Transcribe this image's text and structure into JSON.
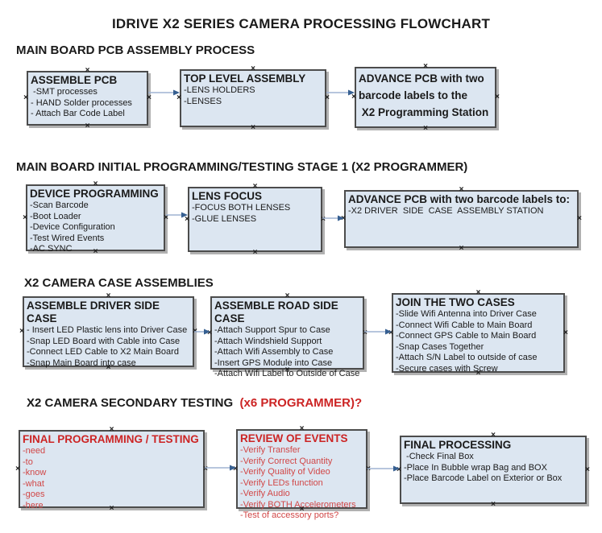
{
  "title": "IDRIVE X2  SERIES CAMERA PROCESSING FLOWCHART",
  "glyphs": {
    "connection_point": "×"
  },
  "colors": {
    "box-fill": "#dce6f1",
    "box-border": "#4c4c4c",
    "arrow-line": "#9fb4d2",
    "arrow-head": "#365f91",
    "red-title": "#cc2424",
    "red-item": "#d14747",
    "ink": "#1a1a1a"
  },
  "sections": [
    {
      "heading": "MAIN BOARD PCB ASSEMBLY PROCESS",
      "boxes": [
        {
          "title": "ASSEMBLE PCB",
          "items": [
            " -SMT processes",
            "- HAND Solder processes",
            "- Attach Bar Code Label"
          ]
        },
        {
          "title": "TOP LEVEL ASSEMBLY",
          "items": [
            "-LENS HOLDERS",
            "-LENSES"
          ]
        },
        {
          "title": "ADVANCE PCB with two\nbarcode labels to the\n X2 Programming Station",
          "items": []
        }
      ]
    },
    {
      "heading": "MAIN BOARD INITIAL PROGRAMMING/TESTING STAGE 1 (X2 PROGRAMMER)",
      "boxes": [
        {
          "title": "DEVICE PROGRAMMING",
          "items": [
            "-Scan Barcode",
            "-Boot Loader",
            "-Device Configuration",
            "-Test Wired Events",
            "-AC SYNC"
          ]
        },
        {
          "title": "LENS FOCUS",
          "items": [
            "-FOCUS BOTH LENSES",
            "-GLUE LENSES"
          ]
        },
        {
          "title": "ADVANCE PCB with two barcode labels to:",
          "items": [
            "-X2 DRIVER  SIDE  CASE  ASSEMBLY STATION"
          ]
        }
      ]
    },
    {
      "heading": "X2 CAMERA CASE ASSEMBLIES",
      "boxes": [
        {
          "title": "ASSEMBLE DRIVER SIDE CASE",
          "items": [
            "- Insert LED Plastic lens into Driver Case",
            "-Snap LED Board with Cable into Case",
            "-Connect LED Cable to X2 Main Board",
            "-Snap Main Board into case"
          ]
        },
        {
          "title": "ASSEMBLE ROAD SIDE CASE",
          "items": [
            "-Attach Support Spur to Case",
            "-Attach Windshield Support",
            "-Attach Wifi Assembly to Case",
            "-Insert GPS Module into Case",
            "-Attach Wifi Label to Outside of Case"
          ]
        },
        {
          "title": "JOIN THE TWO CASES",
          "items": [
            "-Slide Wifi Antenna into Driver Case",
            "-Connect Wifi Cable to Main Board",
            "-Connect GPS Cable to Main Board",
            "-Snap Cases Together",
            "-Attach S/N Label to outside of case",
            "-Secure cases with Screw"
          ]
        }
      ]
    },
    {
      "heading": "X2 CAMERA SECONDARY TESTING  ",
      "heading_red": "(x6 PROGRAMMER)?",
      "boxes": [
        {
          "title": "FINAL PROGRAMMING / TESTING",
          "items": [
            "-need",
            "-to",
            "-know",
            "-what",
            "-goes",
            "-here"
          ]
        },
        {
          "title": "REVIEW OF EVENTS",
          "items": [
            "-Verify Transfer",
            "-Verify Correct Quantity",
            "-Verify Quality of Video",
            "-Verify LEDs function",
            "-Verify Audio",
            "-Verify BOTH Accelerometers",
            "-Test of accessory ports?"
          ]
        },
        {
          "title": "FINAL PROCESSING",
          "items": [
            " -Check Final Box",
            "-Place In Bubble wrap Bag and BOX",
            "-Place Barcode Label on Exterior or Box"
          ]
        }
      ]
    }
  ]
}
